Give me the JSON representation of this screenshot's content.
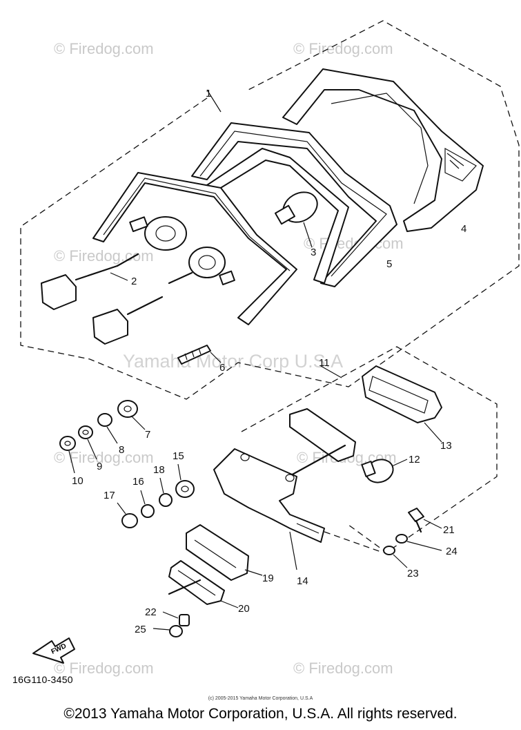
{
  "watermarks": {
    "site": "© Firedog.com",
    "brand": "Yamaha Motor Corp U.S.A"
  },
  "callouts": [
    "1",
    "2",
    "3",
    "4",
    "5",
    "6",
    "7",
    "8",
    "9",
    "10",
    "11",
    "12",
    "13",
    "14",
    "15",
    "16",
    "17",
    "18",
    "19",
    "20",
    "21",
    "22",
    "23",
    "24",
    "25"
  ],
  "diagram_code": "16G110-3450",
  "small_copyright": "(c) 2005-2015 Yamaha Motor Corporation, U.S.A",
  "copyright": "©2013 Yamaha Motor Corporation, U.S.A. All rights reserved.",
  "fwd_label": "FWD"
}
